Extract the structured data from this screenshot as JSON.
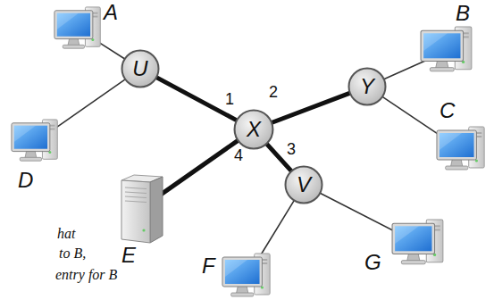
{
  "diagram": {
    "nodes": [
      {
        "text": [
          "A"
        ]
      },
      {
        "text": [
          "U"
        ]
      },
      {
        "text": [
          "B"
        ]
      },
      {
        "text": [
          "Y"
        ]
      },
      {
        "text": [
          "D"
        ]
      },
      {
        "text": [
          "X"
        ]
      },
      {
        "text": [
          "C"
        ]
      },
      {
        "text": [
          "E"
        ]
      },
      {
        "text": [
          "V"
        ]
      },
      {
        "text": [
          "F"
        ]
      },
      {
        "text": [
          "G"
        ]
      }
    ],
    "edges": [
      {
        "from": 0,
        "to": 1,
        "arrow": "none"
      },
      {
        "from": 4,
        "to": 1,
        "arrow": "none"
      },
      {
        "from": 1,
        "to": 5,
        "arrow": "none"
      },
      {
        "from": 5,
        "to": 3,
        "arrow": "none"
      },
      {
        "from": 3,
        "to": 2,
        "arrow": "none"
      },
      {
        "from": 3,
        "to": 6,
        "arrow": "none"
      },
      {
        "from": 5,
        "to": 8,
        "arrow": "none"
      },
      {
        "from": 5,
        "to": 7,
        "arrow": "none"
      },
      {
        "from": 8,
        "to": 9,
        "arrow": "none"
      },
      {
        "from": 8,
        "to": 10,
        "arrow": "none"
      }
    ],
    "labels": [
      "1",
      "2",
      "3",
      "4",
      "hat",
      "to B,",
      "entry for B"
    ]
  }
}
